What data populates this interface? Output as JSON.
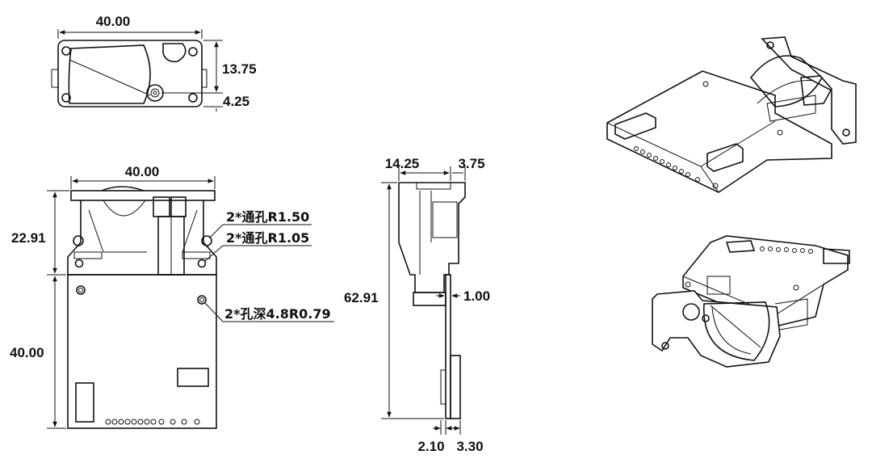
{
  "top_view": {
    "width_label": "40.00",
    "height_label": "13.75",
    "offset_label": "4.25"
  },
  "front_view": {
    "width_label": "40.00",
    "upper_height_label": "22.91",
    "lower_height_label": "40.00",
    "callout_hole_1": "2*通孔R1.50",
    "callout_hole_2": "2*通孔R1.05",
    "callout_hole_3": "2*孔深4.8R0.79"
  },
  "side_view": {
    "top_left_label": "14.25",
    "top_right_label": "3.75",
    "total_height_label": "62.91",
    "thickness_label": "1.00",
    "bottom_left_label": "2.10",
    "bottom_right_label": "3.30"
  }
}
